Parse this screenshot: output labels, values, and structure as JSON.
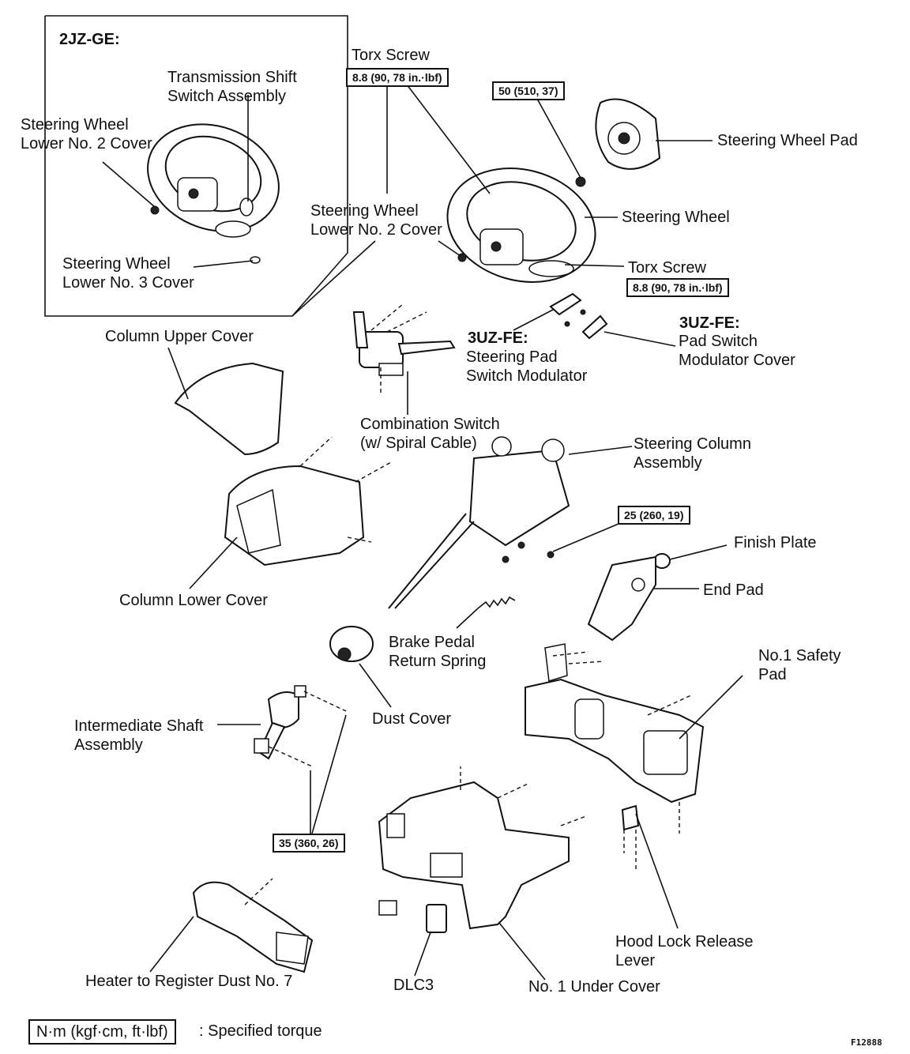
{
  "engine_variants": {
    "inset_title": "2JZ-GE:",
    "modulator_prefix": "3UZ-FE:"
  },
  "labels": {
    "transmission_shift_switch": [
      "Transmission Shift",
      "Switch Assembly"
    ],
    "inset_lower_no2_cover": [
      "Steering Wheel",
      "Lower No. 2 Cover"
    ],
    "inset_lower_no3_cover": [
      "Steering Wheel",
      "Lower No. 3 Cover"
    ],
    "torx_screw_top": "Torx Screw",
    "steering_wheel_pad": "Steering Wheel Pad",
    "steering_wheel": "Steering Wheel",
    "lower_no2_cover": [
      "Steering Wheel",
      "Lower No. 2 Cover"
    ],
    "torx_screw_right": "Torx Screw",
    "column_upper_cover": "Column Upper Cover",
    "steering_pad_switch_modulator": [
      "Steering Pad",
      "Switch Modulator"
    ],
    "pad_switch_modulator_cover": [
      "Pad Switch",
      "Modulator Cover"
    ],
    "combination_switch": [
      "Combination Switch",
      "(w/ Spiral Cable)"
    ],
    "steering_column_assembly": [
      "Steering Column",
      "Assembly"
    ],
    "finish_plate": "Finish Plate",
    "end_pad": "End Pad",
    "column_lower_cover": "Column Lower Cover",
    "brake_pedal_return_spring": [
      "Brake Pedal",
      "Return Spring"
    ],
    "no1_safety_pad": [
      "No.1 Safety",
      "Pad"
    ],
    "intermediate_shaft_assembly": [
      "Intermediate Shaft",
      "Assembly"
    ],
    "dust_cover": "Dust Cover",
    "hood_lock_release_lever": [
      "Hood Lock Release",
      "Lever"
    ],
    "heater_to_register_dust": "Heater to Register Dust No. 7",
    "dlc3": "DLC3",
    "no1_under_cover": "No. 1 Under Cover"
  },
  "torques": {
    "torx_top": "8.8 (90, 78 in.·lbf)",
    "steering_wheel_nut": "50 (510, 37)",
    "torx_right": "8.8 (90, 78 in.·lbf)",
    "column_nut": "25 (260, 19)",
    "intermediate_shaft_bolt": "35 (360, 26)"
  },
  "legend": {
    "units": "N·m (kgf·cm, ft·lbf)",
    "description": ": Specified torque"
  },
  "figure_id": "F12888"
}
